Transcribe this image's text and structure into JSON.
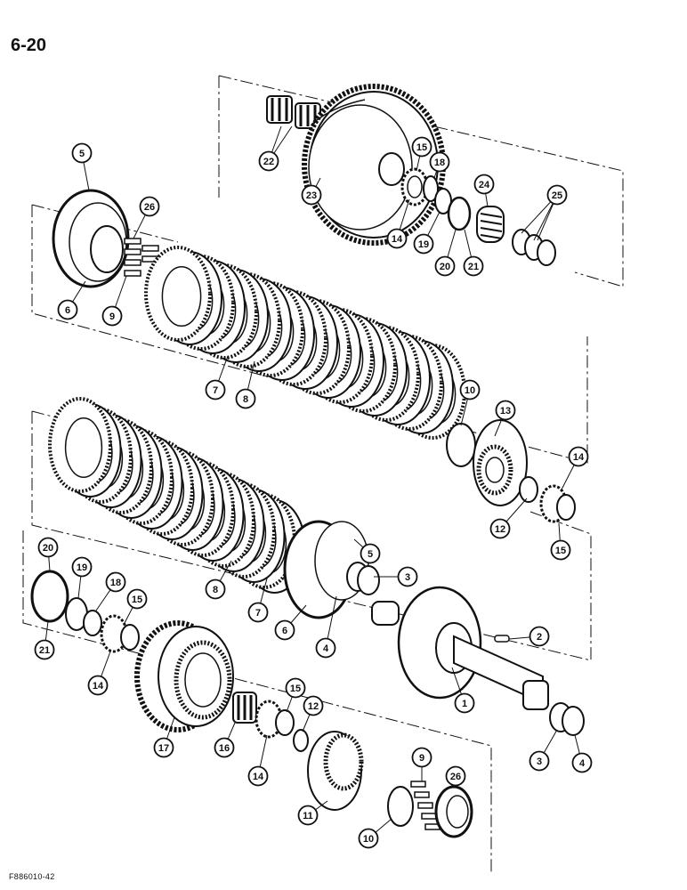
{
  "page_number": "6-20",
  "figure_ref": "F886010-42",
  "callouts": [
    "1",
    "2",
    "3",
    "4",
    "5",
    "6",
    "7",
    "8",
    "9",
    "10",
    "11",
    "12",
    "13",
    "14",
    "15",
    "16",
    "17",
    "18",
    "19",
    "20",
    "21",
    "22",
    "23",
    "24",
    "25",
    "26"
  ]
}
